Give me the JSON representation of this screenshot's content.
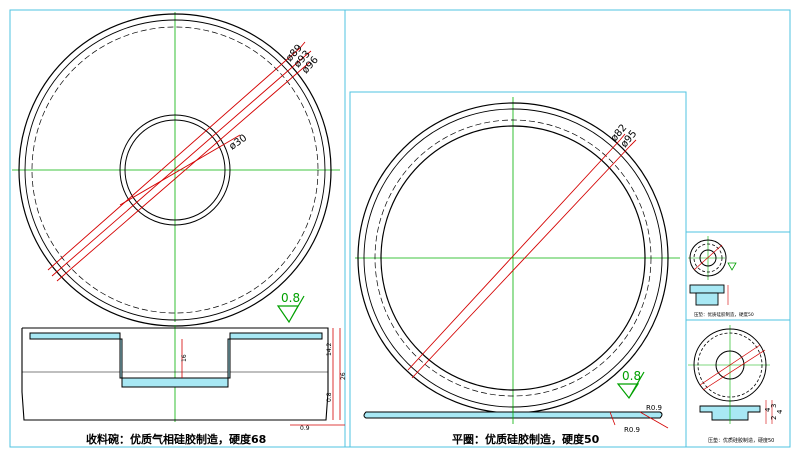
{
  "parts": {
    "bowl": {
      "caption": "收料碗：优质气相硅胶制造，硬度68",
      "diameters": [
        "ø89",
        "ø93",
        "ø96",
        "ø30"
      ],
      "roughness": "0.8",
      "side_dims": [
        "16",
        "14.2",
        "26",
        "0.8"
      ],
      "bottom_dim": "0.9"
    },
    "ring": {
      "caption": "平圈：优质硅胶制造，硬度50",
      "diameters": [
        "ø82",
        "ø95"
      ],
      "roughness": "0.8",
      "radii": [
        "R0.9",
        "R0.9"
      ]
    },
    "small_part": {
      "caption": "压垫：优质硅胶制造，硬度50",
      "caption_small": "压垫：优质硅胶制造，硬度50",
      "dims": [
        "4",
        "3",
        "2",
        "4"
      ]
    }
  },
  "colors": {
    "frame": "#4fc3e0",
    "outline": "#000000",
    "dimension": "#d40000",
    "centerline": "#00b000",
    "hatch": "#66cce0",
    "symbol": "#00a000"
  }
}
